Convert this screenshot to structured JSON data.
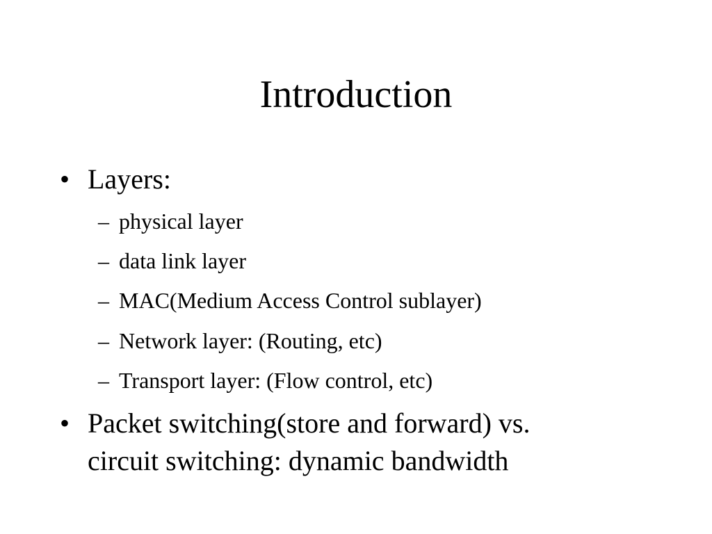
{
  "slide": {
    "title": "Introduction",
    "bullets": [
      {
        "marker": "•",
        "text": "Layers:",
        "subitems": [
          {
            "marker": "–",
            "text": "physical layer"
          },
          {
            "marker": "–",
            "text": "data link layer"
          },
          {
            "marker": "–",
            "text": "MAC(Medium Access Control sublayer)"
          },
          {
            "marker": "–",
            "text": "Network layer: (Routing, etc)"
          },
          {
            "marker": "–",
            "text": "Transport layer: (Flow control, etc)"
          }
        ]
      },
      {
        "marker": "•",
        "line1": "Packet switching(store and forward) vs.",
        "line2": "circuit switching: dynamic bandwidth"
      }
    ]
  }
}
